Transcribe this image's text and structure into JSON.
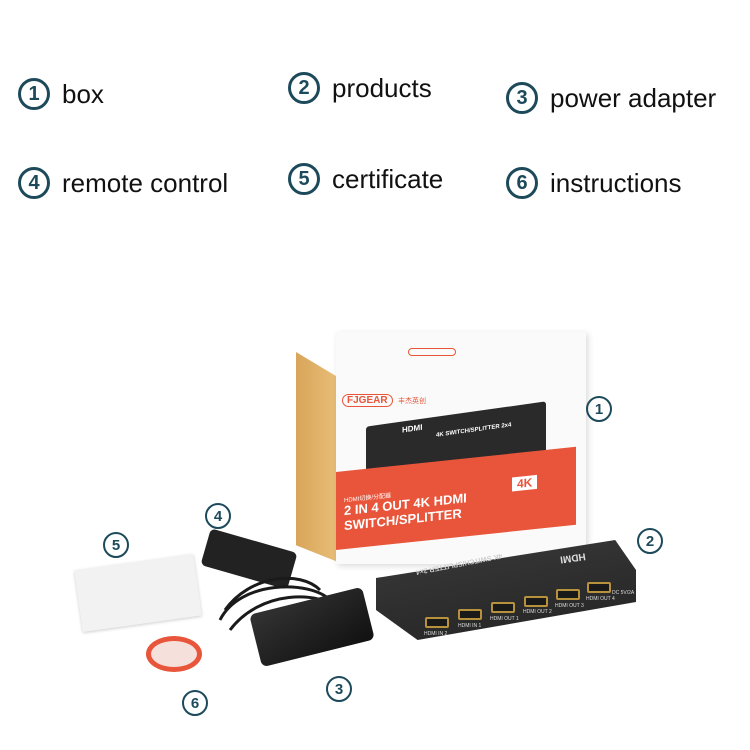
{
  "legend": [
    {
      "num": "1",
      "label": "box"
    },
    {
      "num": "2",
      "label": "products"
    },
    {
      "num": "3",
      "label": "power adapter"
    },
    {
      "num": "4",
      "label": "remote control"
    },
    {
      "num": "5",
      "label": "certificate"
    },
    {
      "num": "6",
      "label": "instructions"
    }
  ],
  "box": {
    "brand": "FJGEAR",
    "brand_cn": "丰杰英创",
    "device_logo": "HDMI",
    "device_text": "4K SWITCH/SPLITTER 2x4",
    "subtitle_cn": "HDMI切换/分配器",
    "title_line1": "2 IN 4 OUT 4K HDMI",
    "title_line2": "SWITCH/SPLITTER",
    "badge": "4K",
    "accent": "#e8553a"
  },
  "product": {
    "logo": "HDMI",
    "text": "4K SWITCH/SPLITTER 2x4",
    "ports": [
      "HDMI IN 2",
      "HDMI IN 1",
      "HDMI OUT 1",
      "HDMI OUT 2",
      "HDMI OUT 3",
      "HDMI OUT 4"
    ],
    "power": "DC 5V/2A"
  }
}
